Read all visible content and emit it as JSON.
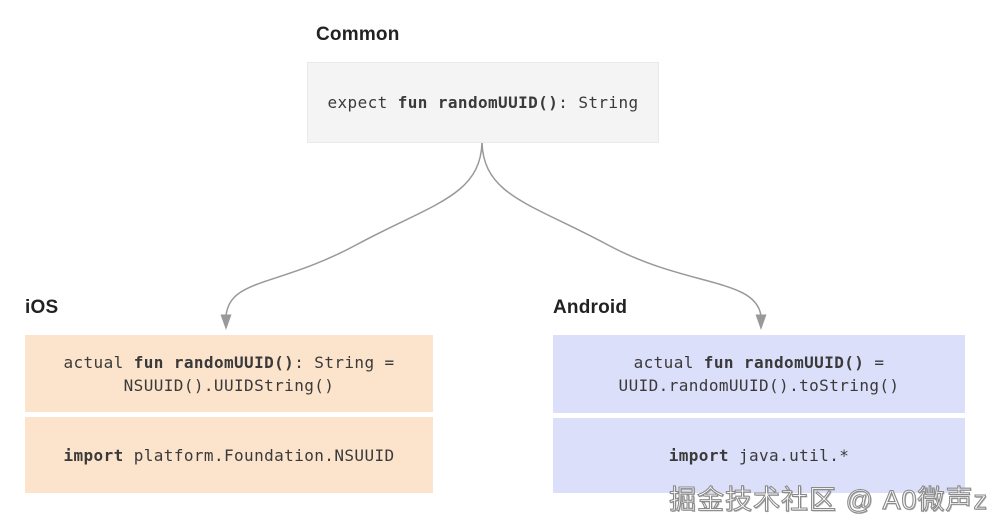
{
  "colors": {
    "page_bg": "#ffffff",
    "common_bg": "#f4f4f4",
    "common_border": "#e9e9e9",
    "ios_bg": "#fbe3cc",
    "android_bg": "#dcdffa",
    "arrow": "#999999",
    "code_text": "#3a3a3a",
    "heading_text": "#222222"
  },
  "common": {
    "title": "Common",
    "code": [
      [
        {
          "t": "expect ",
          "b": false
        },
        {
          "t": "fun randomUUID()",
          "b": true
        },
        {
          "t": ": String",
          "b": false
        }
      ]
    ]
  },
  "ios": {
    "title": "iOS",
    "signature": [
      [
        {
          "t": "actual ",
          "b": false
        },
        {
          "t": "fun randomUUID()",
          "b": true
        },
        {
          "t": ": String =",
          "b": false
        }
      ],
      [
        {
          "t": "NSUUID().UUIDString()",
          "b": false
        }
      ]
    ],
    "import": [
      [
        {
          "t": "import",
          "b": true
        },
        {
          "t": " platform.Foundation.NSUUID",
          "b": false
        }
      ]
    ]
  },
  "android": {
    "title": "Android",
    "signature": [
      [
        {
          "t": "actual ",
          "b": false
        },
        {
          "t": "fun randomUUID()",
          "b": true
        },
        {
          "t": " =",
          "b": false
        }
      ],
      [
        {
          "t": "UUID.randomUUID().toString()",
          "b": false
        }
      ]
    ],
    "import": [
      [
        {
          "t": "import",
          "b": true
        },
        {
          "t": " java.util.*",
          "b": false
        }
      ]
    ]
  },
  "watermark": {
    "text": "掘金技术社区 @ A0微声z"
  }
}
